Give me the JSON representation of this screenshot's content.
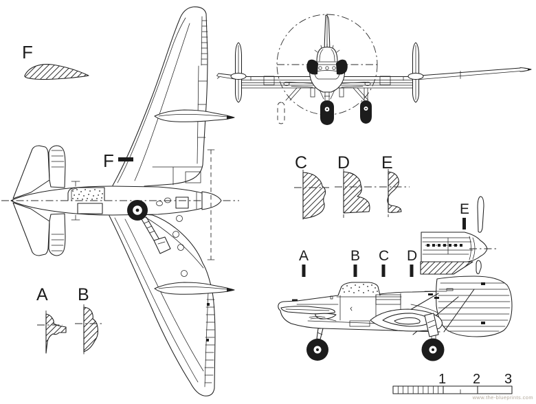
{
  "drawing": {
    "watermark": "www.the-blueprints.com",
    "colors": {
      "ink": "#1c1c1c",
      "paper": "#ffffff",
      "watermark_text": "#b2a89b"
    },
    "airfoil_section": {
      "label": "F"
    },
    "plan_view": {
      "section_marker": "F"
    },
    "cross_sections": {
      "a": "A",
      "b": "B",
      "c": "C",
      "d": "D",
      "e": "E"
    },
    "side_view": {
      "stations": [
        "A",
        "B",
        "C",
        "D"
      ],
      "engine_section": "E"
    },
    "scale_bar": {
      "units": [
        "1",
        "2",
        "3"
      ]
    }
  }
}
